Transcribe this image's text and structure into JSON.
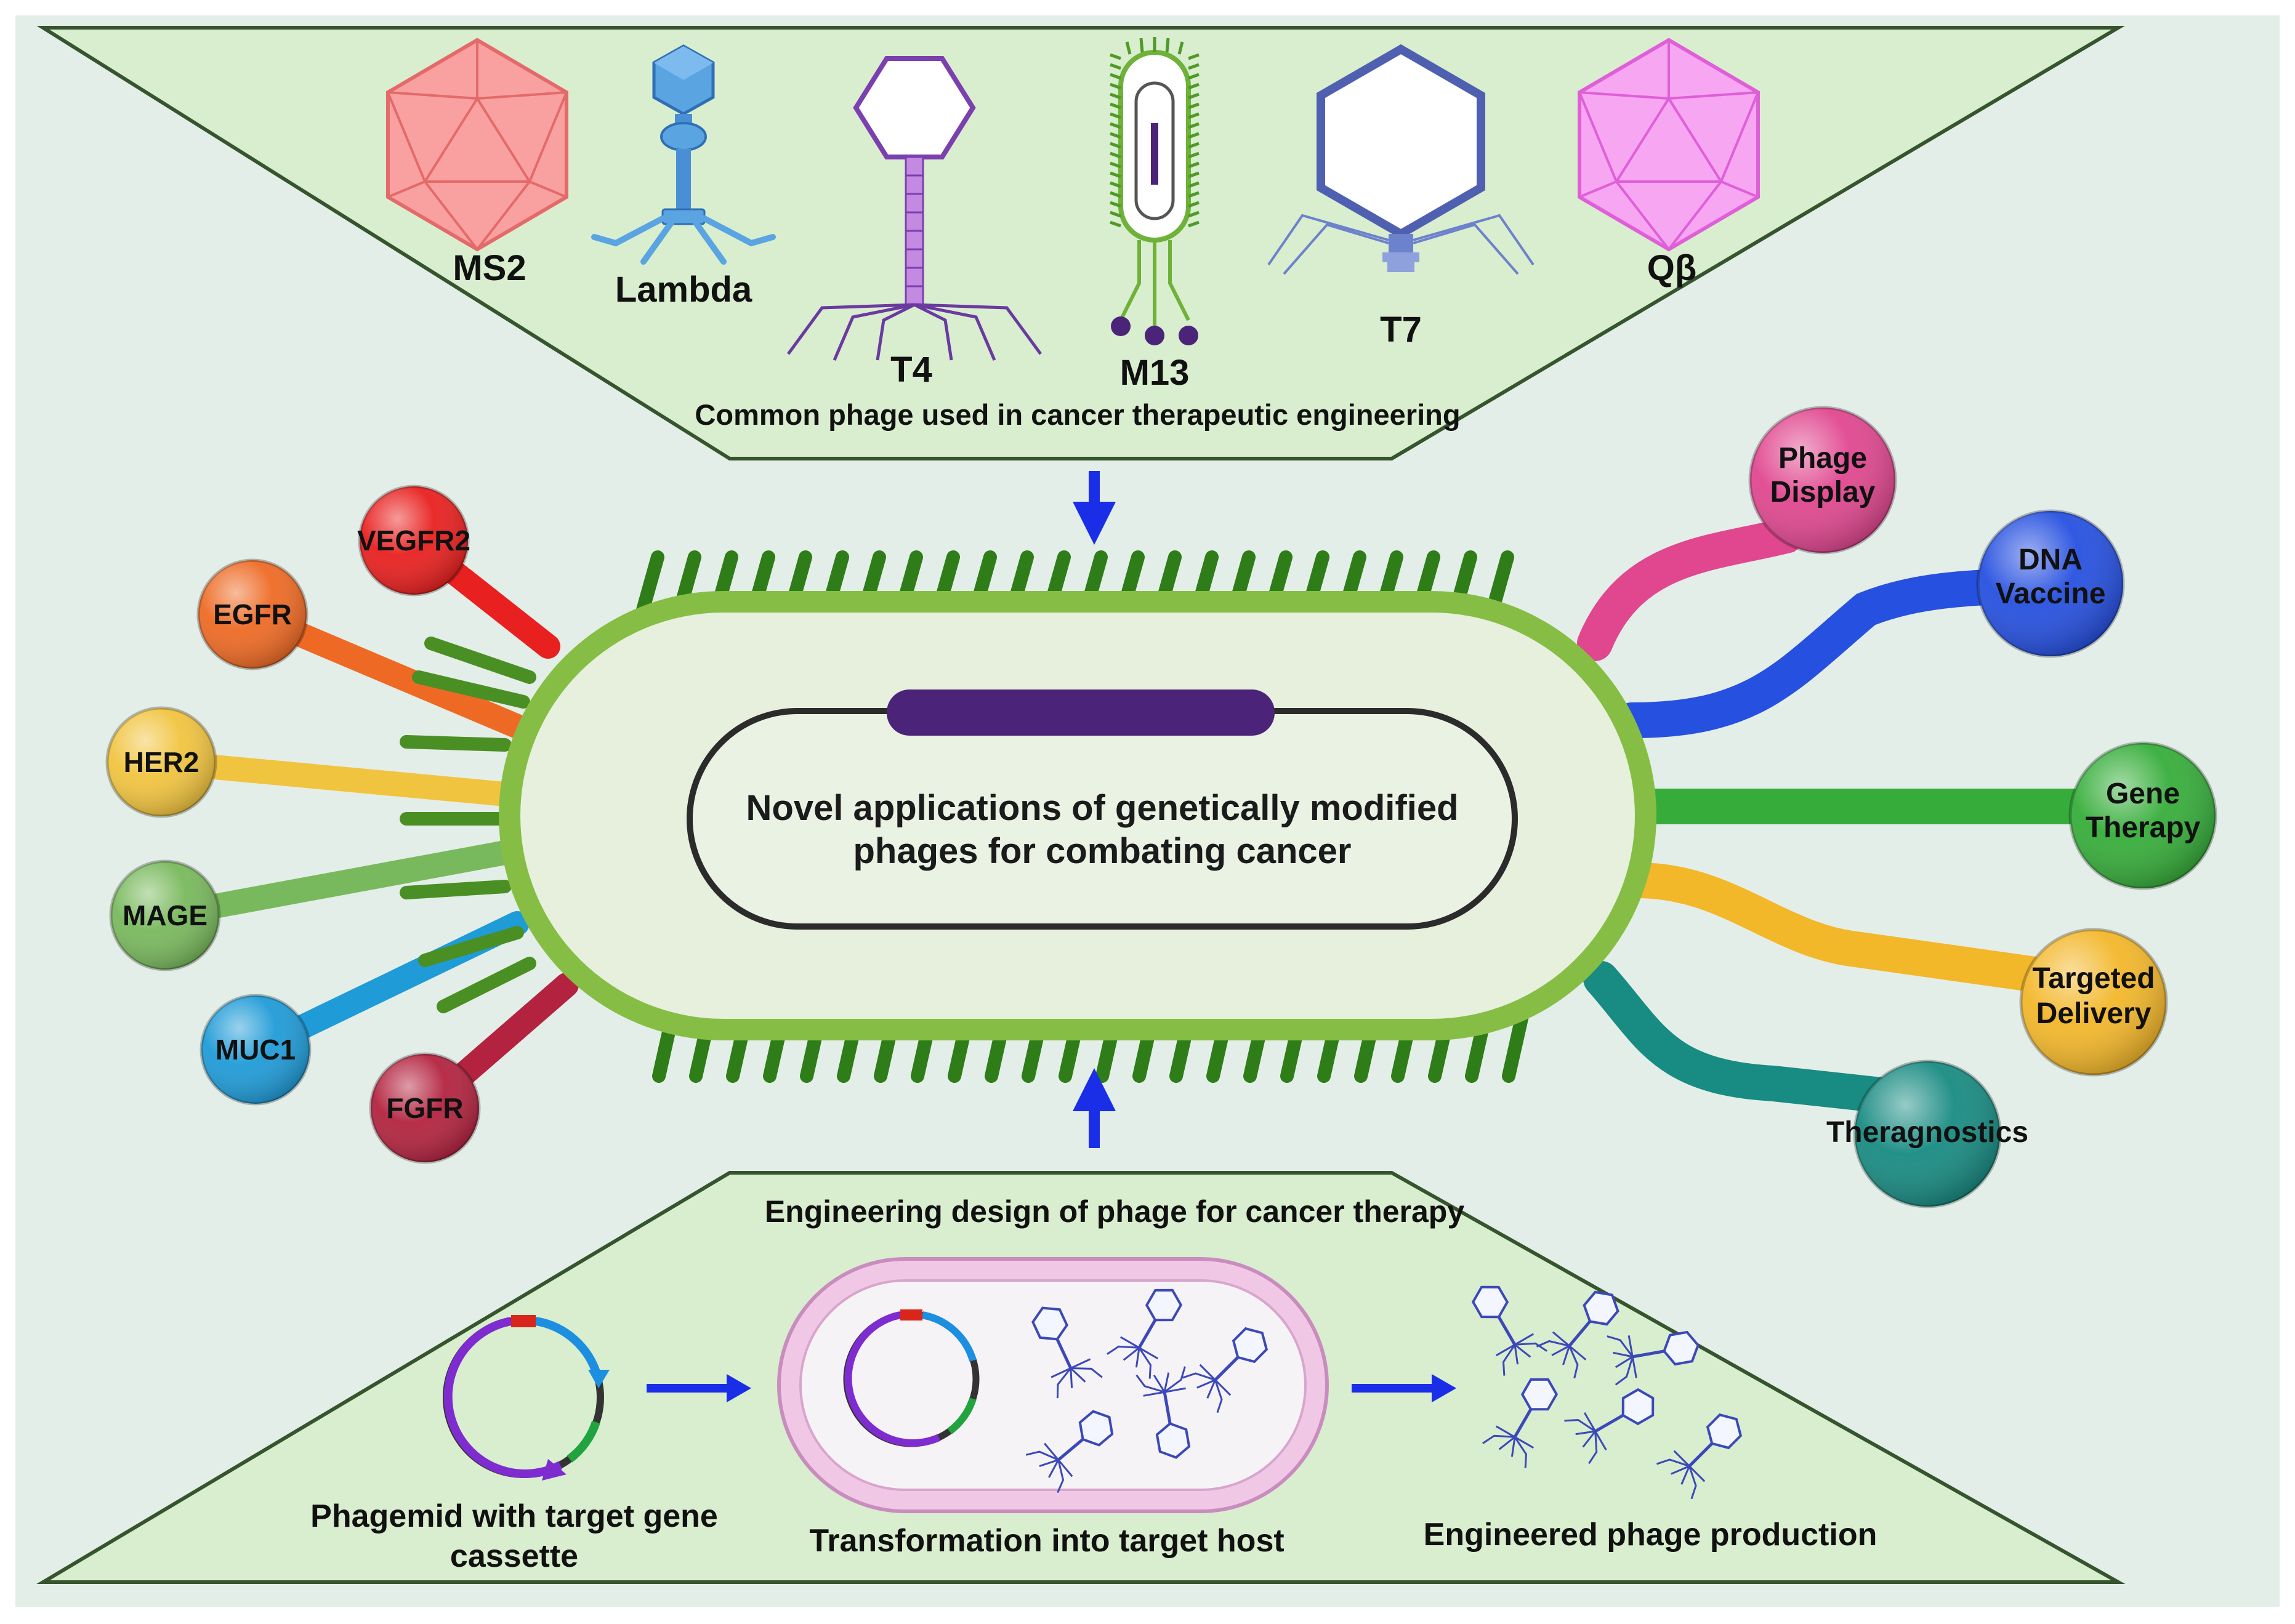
{
  "colors": {
    "background": "#e4eee8",
    "panel_fill": "#d9edcf",
    "panel_stroke": "#36542d",
    "cell_green": "#86be45",
    "pili_green": "#2f7d19",
    "cell_inner": "#e6f0dc",
    "plasmid_bar": "#4b2378",
    "arrow_blue": "#1a2ee8"
  },
  "top_panel": {
    "caption": "Common phage used in cancer therapeutic engineering",
    "phages": [
      {
        "label": "MS2",
        "icon": "ms2-icosahedron-icon",
        "color": "#f87f7f"
      },
      {
        "label": "Lambda",
        "icon": "lambda-phage-icon",
        "color": "#4a8fd6"
      },
      {
        "label": "T4",
        "icon": "t4-phage-icon",
        "color": "#7b3fb0"
      },
      {
        "label": "M13",
        "icon": "m13-filamentous-phage-icon",
        "color": "#6fb23a"
      },
      {
        "label": "T7",
        "icon": "t7-phage-icon",
        "color": "#5060b0"
      },
      {
        "label": "Qβ",
        "icon": "qbeta-icosahedron-icon",
        "color": "#f27ff0"
      }
    ]
  },
  "center": {
    "title_line1": "Novel applications of genetically modified",
    "title_line2": "phages for combating cancer"
  },
  "receptors": [
    {
      "label": "VEGFR2",
      "color": "#e8201f"
    },
    {
      "label": "EGFR",
      "color": "#ee6a24"
    },
    {
      "label": "HER2",
      "color": "#f1c43f"
    },
    {
      "label": "MAGE",
      "color": "#79b95d"
    },
    {
      "label": "MUC1",
      "color": "#1f9bd7"
    },
    {
      "label": "FGFR",
      "color": "#b3233f"
    }
  ],
  "applications": [
    {
      "line1": "Phage",
      "line2": "Display",
      "color": "#e0478f"
    },
    {
      "line1": "DNA",
      "line2": "Vaccine",
      "color": "#2650e0"
    },
    {
      "line1": "Gene",
      "line2": "Therapy",
      "color": "#36ad3a"
    },
    {
      "line1": "Targeted",
      "line2": "Delivery",
      "color": "#f3b72a"
    },
    {
      "line1": "Theragnostics",
      "line2": "",
      "color": "#188b82"
    }
  ],
  "bottom_panel": {
    "caption": "Engineering design of phage for cancer therapy",
    "steps": [
      {
        "line1": "Phagemid with target gene",
        "line2": "cassette",
        "icon": "phagemid-plasmid-icon"
      },
      {
        "line1": "Transformation into target host",
        "line2": "",
        "icon": "host-cell-icon"
      },
      {
        "line1": "Engineered phage production",
        "line2": "",
        "icon": "phage-particles-icon"
      }
    ]
  }
}
